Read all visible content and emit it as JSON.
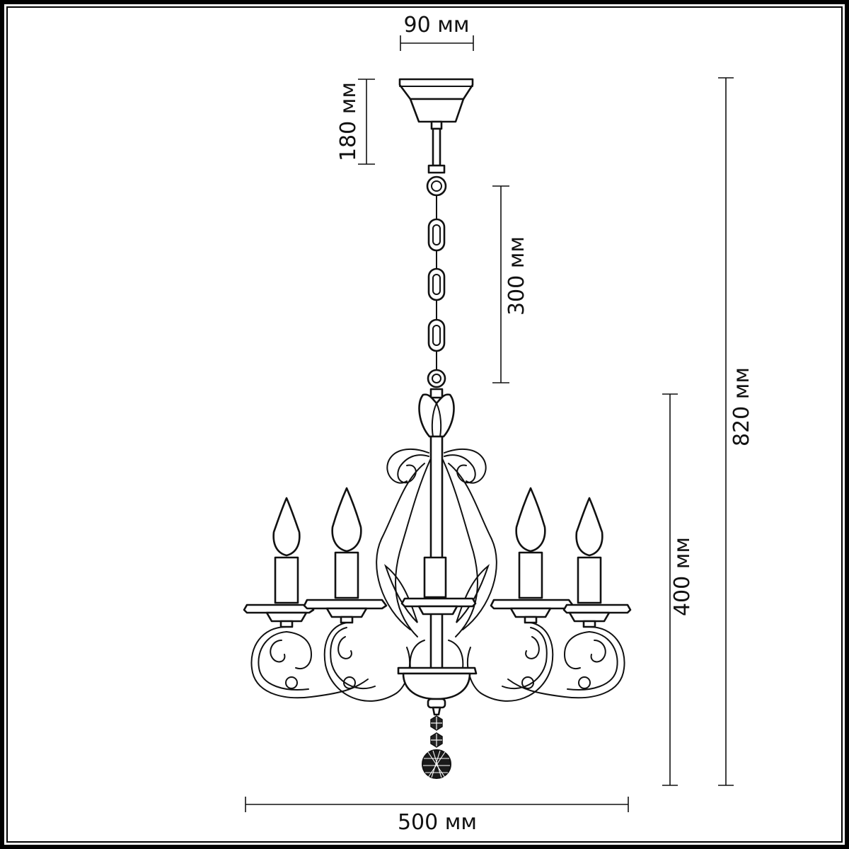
{
  "diagram": {
    "subject": "5-arm candle chandelier",
    "dimensions": {
      "canopy_width": {
        "label": "90 мм",
        "value": 90,
        "unit": "мм"
      },
      "canopy_height": {
        "label": "180 мм",
        "value": 180,
        "unit": "мм"
      },
      "chain_length": {
        "label": "300 мм",
        "value": 300,
        "unit": "мм"
      },
      "body_height": {
        "label": "400 мм",
        "value": 400,
        "unit": "мм"
      },
      "total_height": {
        "label": "820 мм",
        "value": 820,
        "unit": "мм"
      },
      "diameter": {
        "label": "500 мм",
        "value": 500,
        "unit": "мм"
      }
    },
    "arms": 5,
    "colors": {
      "line": "#111111",
      "background": "#ffffff",
      "frame": "#000000"
    }
  }
}
